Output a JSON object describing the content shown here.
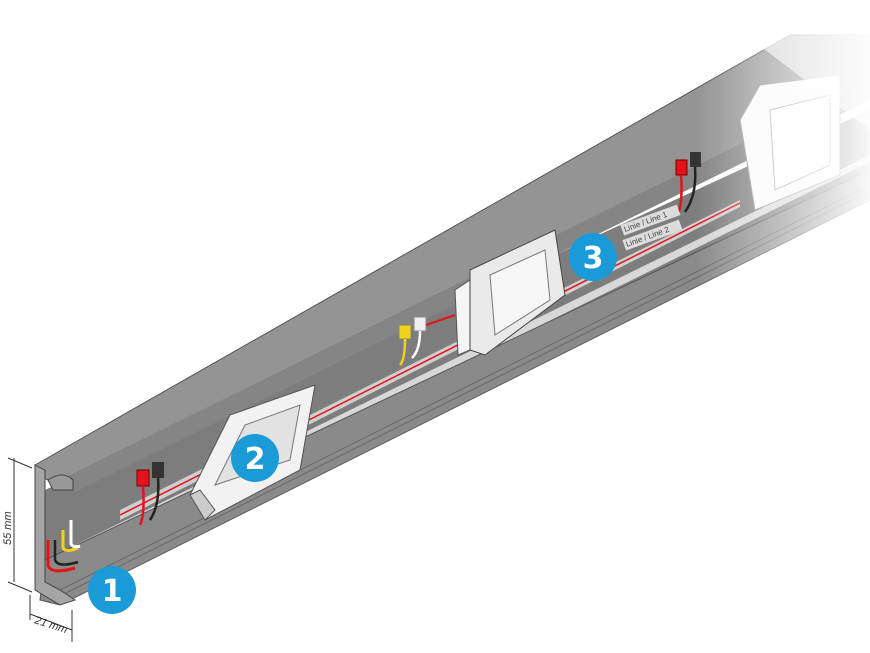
{
  "diagram": {
    "title": "Cable channel with modules",
    "badges": [
      {
        "number": "1",
        "color": "#1a9ad6"
      },
      {
        "number": "2",
        "color": "#1a9ad6"
      },
      {
        "number": "3",
        "color": "#1a9ad6"
      }
    ],
    "cable_labels": {
      "line1": "Linie / Line 1",
      "line2": "Linie / Line 2"
    },
    "dimensions": {
      "height": "55 mm",
      "width": "21 mm"
    },
    "colors": {
      "channel": "#8e8e8e",
      "channel_top": "#9a9a9a",
      "wire_red": "#e3131b",
      "wire_yellow": "#f1d21a",
      "badge": "#1a9ad6"
    }
  }
}
